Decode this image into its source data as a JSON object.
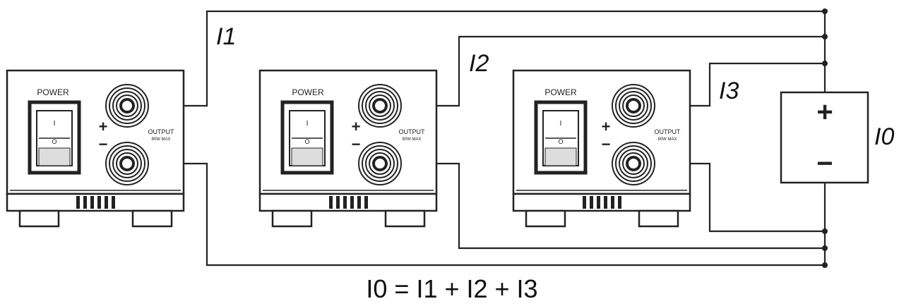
{
  "supplies": [
    {
      "power_label": "POWER",
      "switch_on": "I",
      "switch_off": "O",
      "plus": "+",
      "minus": "−",
      "output_label": "OUTPUT",
      "rating_label": "80W MAX"
    },
    {
      "power_label": "POWER",
      "switch_on": "I",
      "switch_off": "O",
      "plus": "+",
      "minus": "−",
      "output_label": "OUTPUT",
      "rating_label": "80W MAX"
    },
    {
      "power_label": "POWER",
      "switch_on": "I",
      "switch_off": "O",
      "plus": "+",
      "minus": "−",
      "output_label": "OUTPUT",
      "rating_label": "80W MAX"
    }
  ],
  "currents": {
    "i1": "I1",
    "i2": "I2",
    "i3": "I3",
    "i0": "I0"
  },
  "load": {
    "plus": "+",
    "minus": "−"
  },
  "formula": "I0 = I1 + I2 + I3",
  "colors": {
    "stroke": "#222222",
    "fill": "#ffffff"
  }
}
